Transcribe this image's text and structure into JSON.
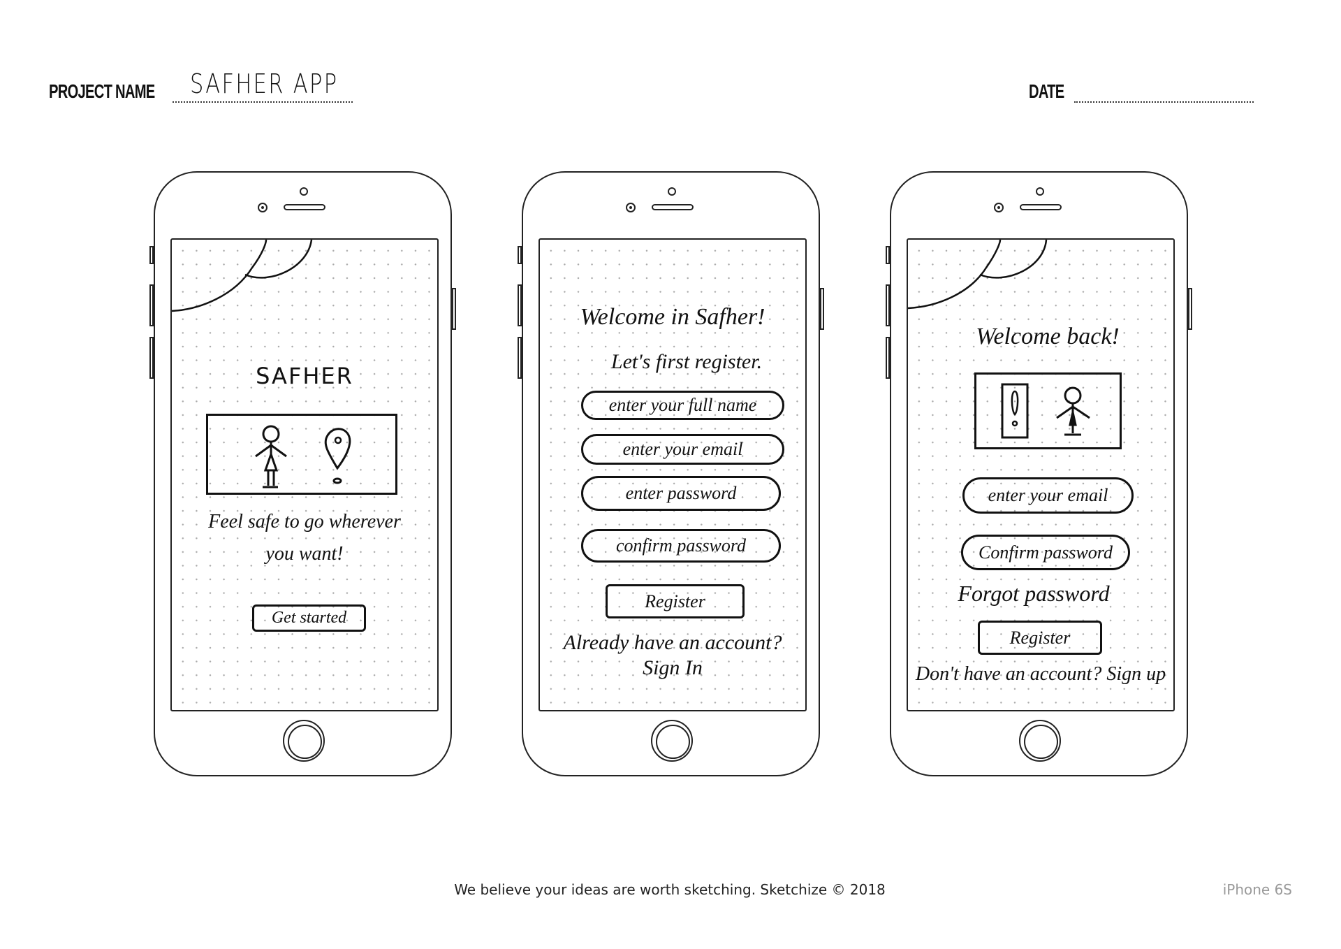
{
  "header": {
    "project_label": "PROJECT NAME",
    "project_value": "SAFHER APP",
    "date_label": "DATE"
  },
  "screens": [
    {
      "app_title": "SAFHER",
      "tagline_line1": "Feel safe to go wherever",
      "tagline_line2": "you want!",
      "button": "Get started"
    },
    {
      "title": "Welcome in Safher!",
      "subtitle": "Let's first register.",
      "fields": [
        "enter your full name",
        "enter your email",
        "enter password",
        "confirm password"
      ],
      "button": "Register",
      "footer_line1": "Already have an account?",
      "footer_line2": "Sign In"
    },
    {
      "title": "Welcome back!",
      "fields": [
        "enter your email",
        "Confirm password"
      ],
      "forgot": "Forgot password",
      "button": "Register",
      "footer": "Don't have an account? Sign up"
    }
  ],
  "footer": {
    "tagline": "We believe your ideas are worth sketching. Sketchize © 2018",
    "device": "iPhone 6S"
  }
}
